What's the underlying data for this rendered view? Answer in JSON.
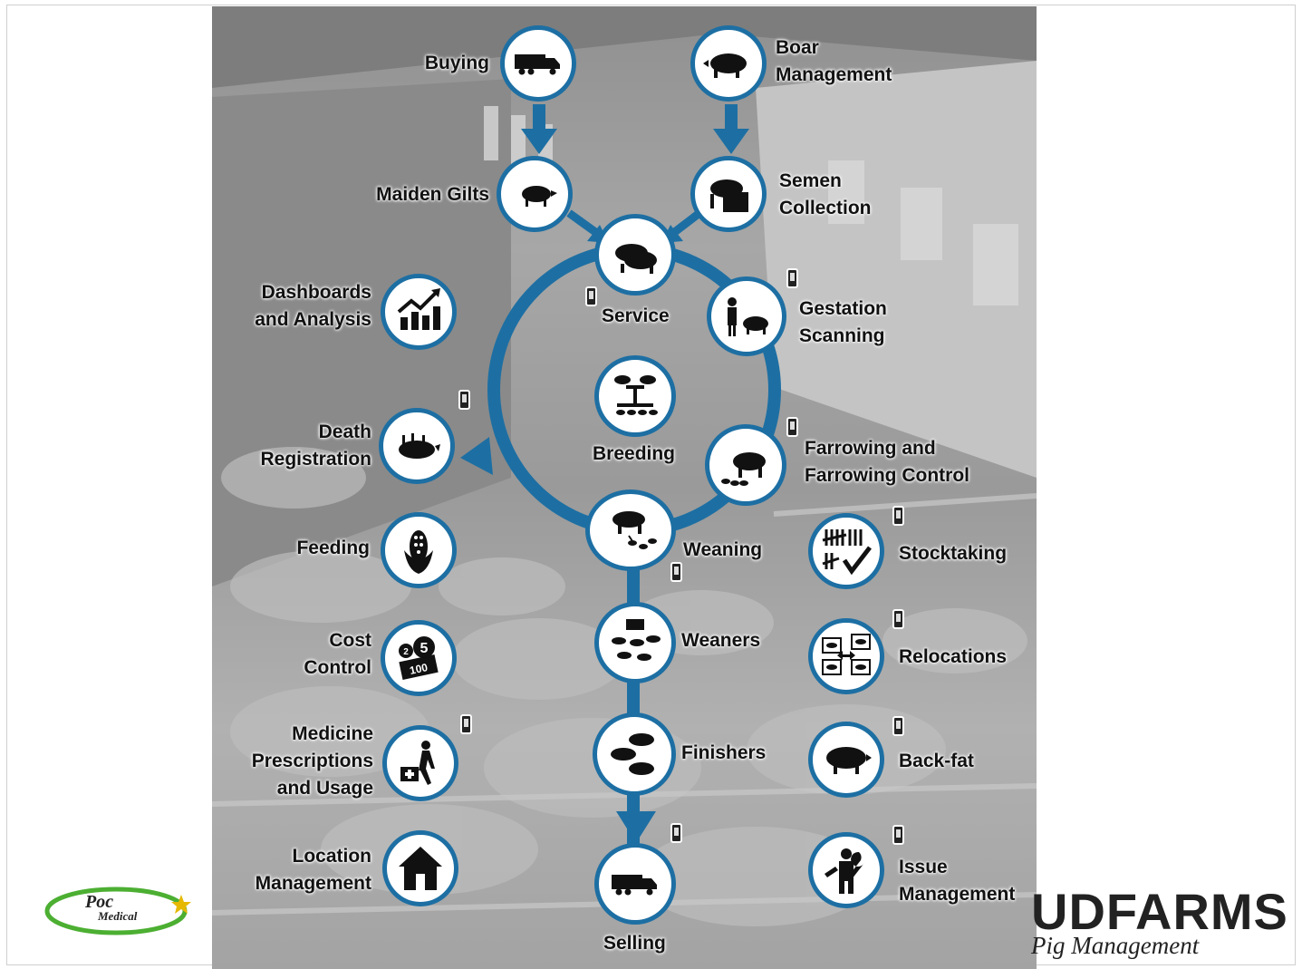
{
  "nodes": {
    "buying": {
      "lines": [
        "Buying"
      ]
    },
    "boar": {
      "lines": [
        "Boar",
        "Management"
      ]
    },
    "maiden": {
      "lines": [
        "Maiden Gilts"
      ]
    },
    "semen": {
      "lines": [
        "Semen",
        "Collection"
      ]
    },
    "service": {
      "lines": [
        "Service"
      ]
    },
    "dashboards": {
      "lines": [
        "Dashboards",
        "and Analysis"
      ]
    },
    "gestation": {
      "lines": [
        "Gestation",
        "Scanning"
      ]
    },
    "death": {
      "lines": [
        "Death",
        "Registration"
      ]
    },
    "breeding": {
      "lines": [
        "Breeding"
      ]
    },
    "farrowing": {
      "lines": [
        "Farrowing and",
        "Farrowing Control"
      ]
    },
    "feeding": {
      "lines": [
        "Feeding"
      ]
    },
    "weaning": {
      "lines": [
        "Weaning"
      ]
    },
    "stocktaking": {
      "lines": [
        "Stocktaking"
      ]
    },
    "cost": {
      "lines": [
        "Cost",
        "Control"
      ]
    },
    "weaners": {
      "lines": [
        "Weaners"
      ]
    },
    "relocations": {
      "lines": [
        "Relocations"
      ]
    },
    "medicine": {
      "lines": [
        "Medicine",
        "Prescriptions",
        "and Usage"
      ]
    },
    "finishers": {
      "lines": [
        "Finishers"
      ]
    },
    "backfat": {
      "lines": [
        "Back-fat"
      ]
    },
    "location": {
      "lines": [
        "Location",
        "Management"
      ]
    },
    "selling": {
      "lines": [
        "Selling"
      ]
    },
    "issue": {
      "lines": [
        "Issue",
        "Management"
      ]
    }
  },
  "cost_icon_numbers": [
    "2",
    "5",
    "100"
  ],
  "logo_left": {
    "line1": "Poc",
    "line2": "Medical"
  },
  "brand": {
    "name": "UDFARMS",
    "tagline": "Pig Management"
  },
  "colors": {
    "accent": "#1d6fa3",
    "icon": "#111111",
    "background": "#ffffff"
  }
}
